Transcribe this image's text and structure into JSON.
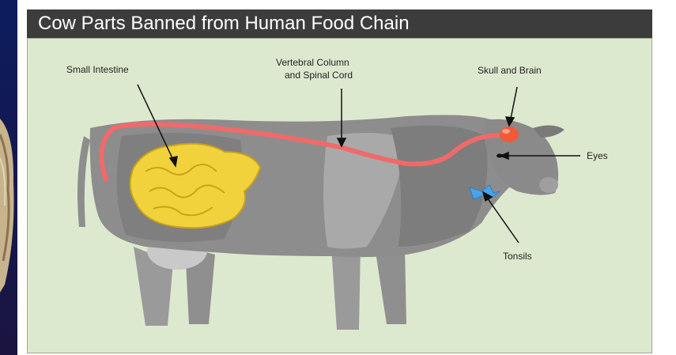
{
  "title": "Cow Parts Banned from Human Food Chain",
  "labels": {
    "small_intestine": "Small Intestine",
    "vertebral_1": "Vertebral Column",
    "vertebral_2": "and Spinal Cord",
    "skull_brain": "Skull and Brain",
    "eyes": "Eyes",
    "tonsils": "Tonsils"
  },
  "colors": {
    "background": "#dde9cf",
    "title_bar": "#3c3c3c",
    "cow_body": "#8d8d8d",
    "spinal_cord": "#f06a6a",
    "intestine": "#f2d23c",
    "brain": "#f25a3a",
    "tonsils": "#4aa3e8"
  }
}
